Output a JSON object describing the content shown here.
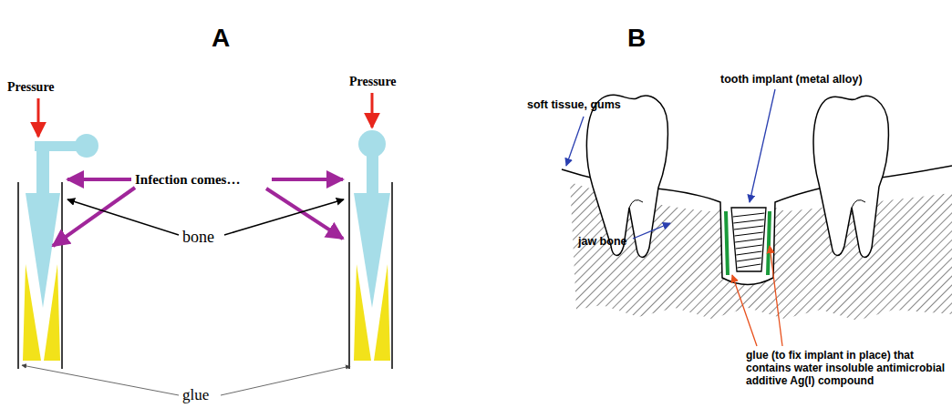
{
  "diagram": {
    "labels": [
      "A",
      "B",
      "Pressure",
      "Pressure",
      "Infection comes…",
      "bone",
      "glue",
      "soft tissue, gums",
      "tooth implant (metal alloy)",
      "jaw bone",
      "glue (to fix implant in place) that contains water insoluble antimicrobial additive Ag(I) compound"
    ]
  }
}
